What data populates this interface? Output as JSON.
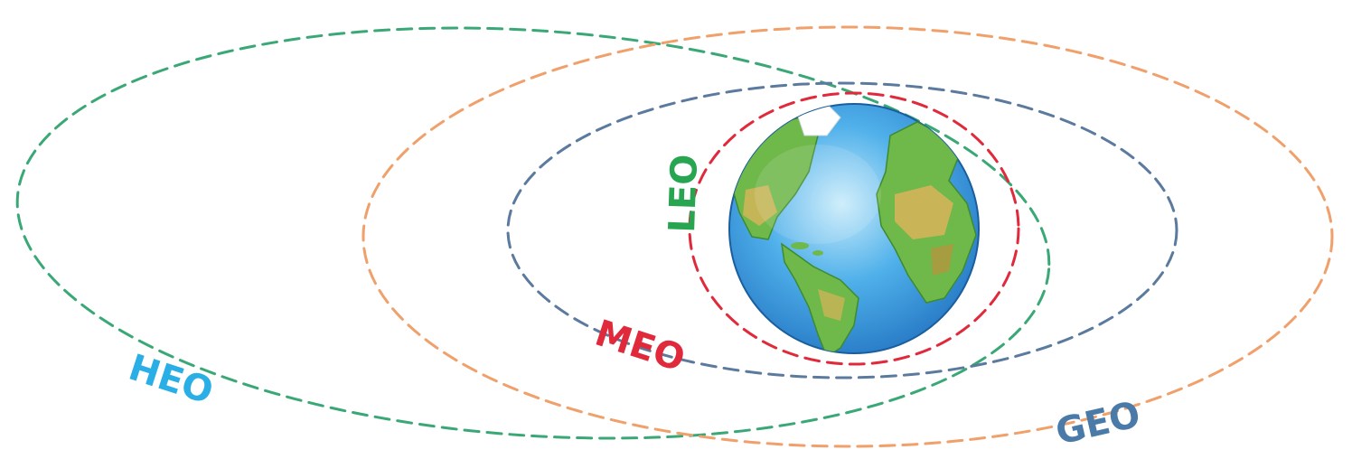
{
  "labels": {
    "heo": "HEO",
    "meo": "MEO",
    "leo": "LEO",
    "geo": "GEO"
  },
  "colors": {
    "heo_orbit": "#3aa876",
    "heo_label": "#29aee6",
    "geo_orbit": "#f0a06b",
    "geo_label": "#4a7aa8",
    "mid_orbit": "#5b7a9e",
    "meo_orbit": "#e02a3c",
    "meo_label": "#e02a3c",
    "leo_label": "#28a550",
    "ocean": "#2f8fd8",
    "land": "#6fb84a"
  }
}
